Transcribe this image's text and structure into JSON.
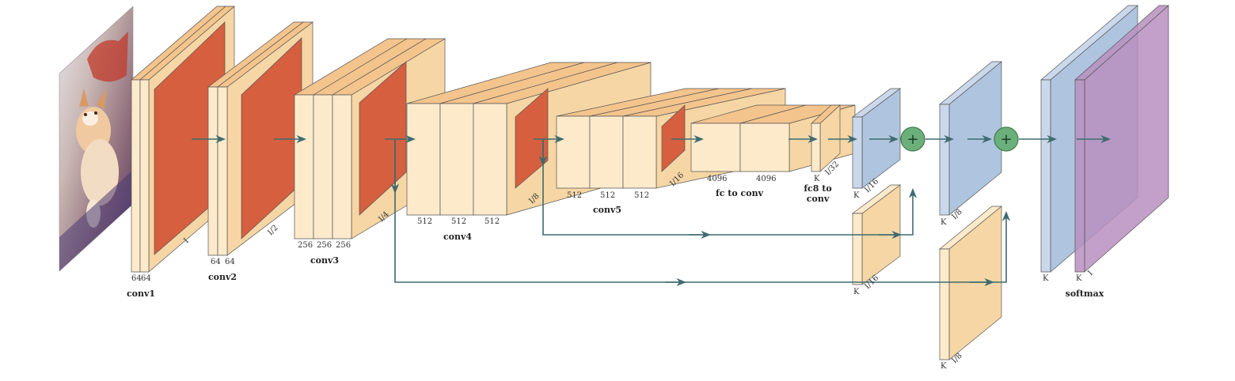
{
  "colors": {
    "conv_face": "#FCEACB",
    "conv_band": "#F4C48D",
    "conv_side": "#F6D6A4",
    "pool_face": "#D65F3F",
    "score_face": "#C9D8EA",
    "score_side": "#AFC4DE",
    "softmax_face": "#B98FBF",
    "sum_node": "#6BB07A",
    "arrow": "#3E6B70",
    "edge": "#555555"
  },
  "input": {
    "name": "input image",
    "icon": "kitten-photo"
  },
  "stages": [
    {
      "id": "conv1",
      "label": "conv1",
      "bottom_labels": [
        "64",
        "64"
      ],
      "scale_label": "I"
    },
    {
      "id": "conv2",
      "label": "conv2",
      "bottom_labels": [
        "64",
        "64"
      ],
      "scale_label": "I/2"
    },
    {
      "id": "conv3",
      "label": "conv3",
      "bottom_labels": [
        "256",
        "256",
        "256"
      ],
      "scale_label": "I/4"
    },
    {
      "id": "conv4",
      "label": "conv4",
      "bottom_labels": [
        "512",
        "512",
        "512"
      ],
      "scale_label": "I/8"
    },
    {
      "id": "conv5",
      "label": "conv5",
      "bottom_labels": [
        "512",
        "512",
        "512"
      ],
      "scale_label": "I/16"
    },
    {
      "id": "fc",
      "label": "fc to conv",
      "bottom_labels": [
        "4096",
        "4096"
      ]
    },
    {
      "id": "fc8",
      "label_lines": [
        "fc8 to",
        "conv"
      ],
      "bottom_labels": [
        "K"
      ],
      "scale_label": "I/32"
    },
    {
      "id": "score16",
      "bottom_labels": [
        "K"
      ],
      "scale_label": "I/16"
    },
    {
      "id": "score_pool4",
      "bottom_labels": [
        "K"
      ],
      "scale_label": "I/16"
    },
    {
      "id": "score8",
      "bottom_labels": [
        "K"
      ],
      "scale_label": "I/8"
    },
    {
      "id": "score_pool3",
      "bottom_labels": [
        "K"
      ],
      "scale_label": "I/8"
    },
    {
      "id": "upsample",
      "bottom_labels": [
        "K"
      ]
    },
    {
      "id": "softmax",
      "label": "softmax",
      "bottom_labels": [
        "K"
      ],
      "scale_label": "I"
    }
  ],
  "sum_nodes": [
    {
      "id": "sum1",
      "symbol": "+"
    },
    {
      "id": "sum2",
      "symbol": "+"
    }
  ]
}
